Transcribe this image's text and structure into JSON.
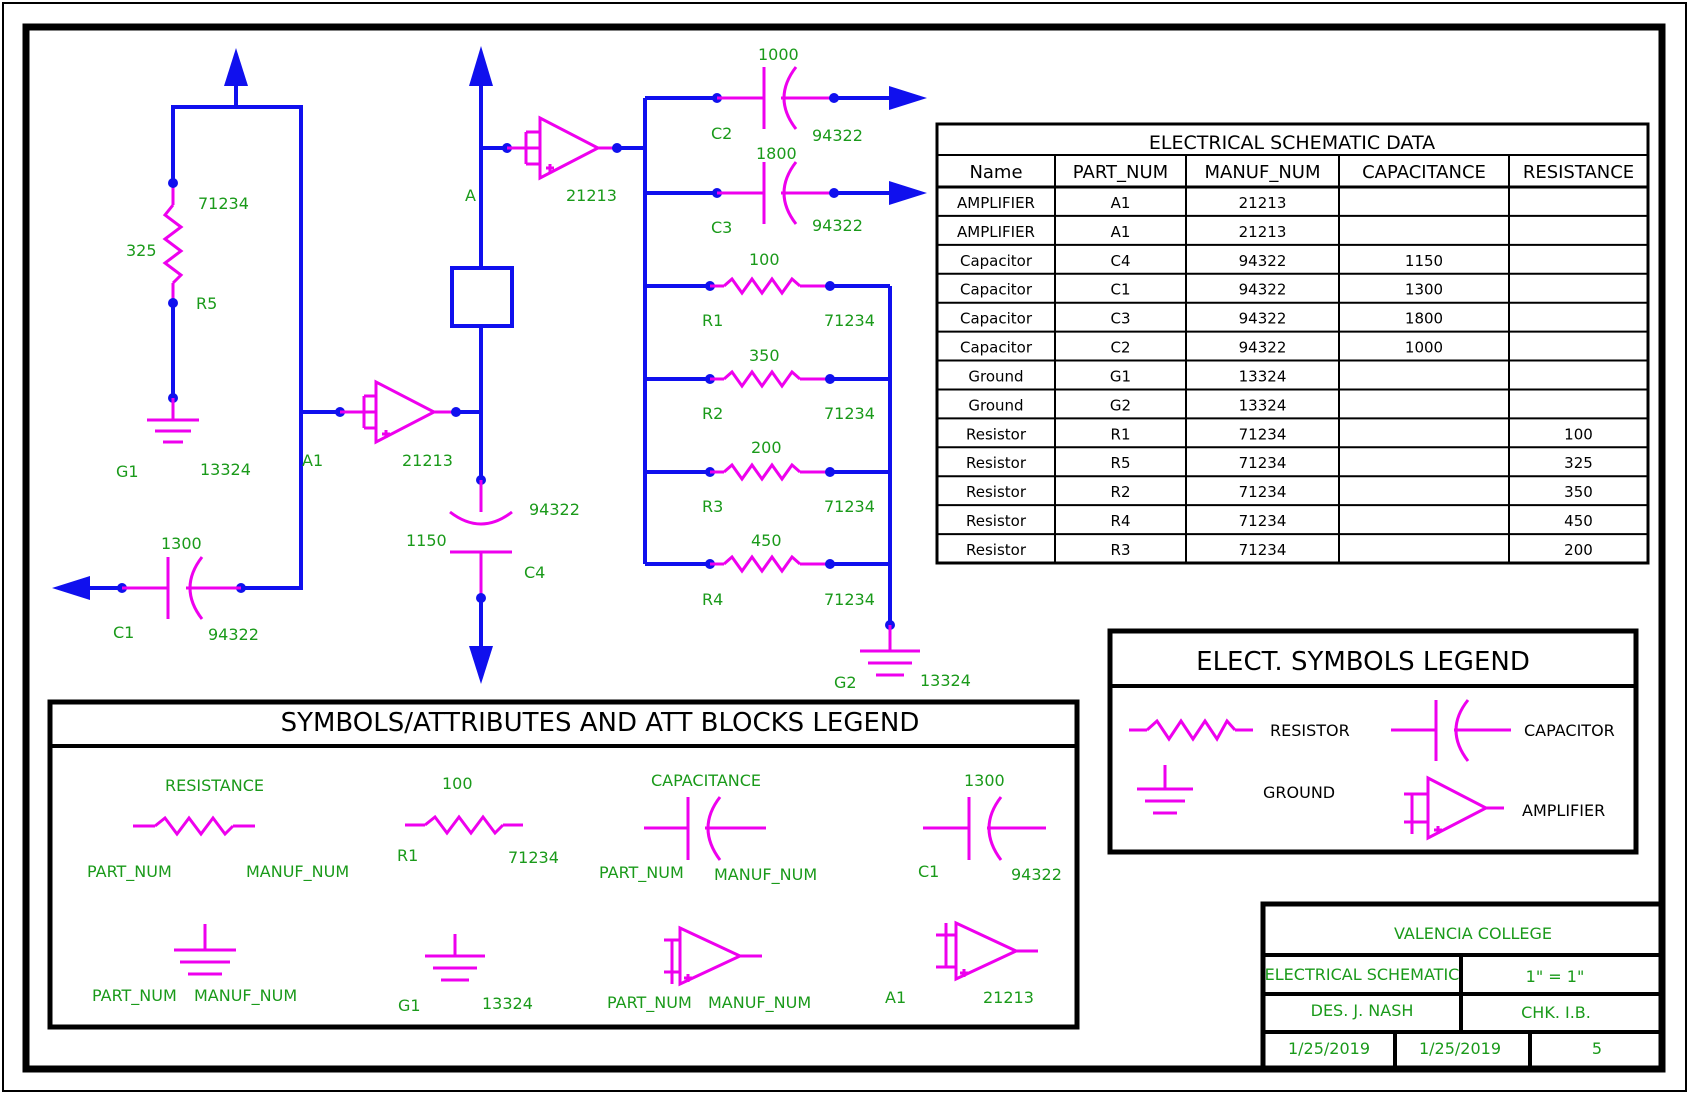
{
  "schematic": {
    "labels": {
      "r5_manuf": "71234",
      "r5_value": "325",
      "r5_part": "R5",
      "g1_part": "G1",
      "g1_manuf": "13324",
      "a1_left": "A1",
      "amp_left_manuf": "21213",
      "c1_cap": "1300",
      "c1_part": "C1",
      "c1_manuf": "94322",
      "a_label": "A",
      "amp_top_manuf": "21213",
      "c4_manuf": "94322",
      "c4_cap": "1150",
      "c4_part": "C4",
      "c2_cap": "1000",
      "c2_part": "C2",
      "c2_manuf": "94322",
      "c3_cap": "1800",
      "c3_part": "C3",
      "c3_manuf": "94322",
      "r1_value": "100",
      "r1_part": "R1",
      "r1_manuf": "71234",
      "r2_value": "350",
      "r2_part": "R2",
      "r2_manuf": "71234",
      "r3_value": "200",
      "r3_part": "R3",
      "r3_manuf": "71234",
      "r4_value": "450",
      "r4_part": "R4",
      "r4_manuf": "71234",
      "g2_part": "G2",
      "g2_manuf": "13324"
    }
  },
  "data_table": {
    "title": "ELECTRICAL SCHEMATIC DATA",
    "headers": [
      "Name",
      "PART_NUM",
      "MANUF_NUM",
      "CAPACITANCE",
      "RESISTANCE"
    ],
    "rows": [
      [
        "AMPLIFIER",
        "A1",
        "21213",
        "",
        ""
      ],
      [
        "AMPLIFIER",
        "A1",
        "21213",
        "",
        ""
      ],
      [
        "Capacitor",
        "C4",
        "94322",
        "1150",
        ""
      ],
      [
        "Capacitor",
        "C1",
        "94322",
        "1300",
        ""
      ],
      [
        "Capacitor",
        "C3",
        "94322",
        "1800",
        ""
      ],
      [
        "Capacitor",
        "C2",
        "94322",
        "1000",
        ""
      ],
      [
        "Ground",
        "G1",
        "13324",
        "",
        ""
      ],
      [
        "Ground",
        "G2",
        "13324",
        "",
        ""
      ],
      [
        "Resistor",
        "R1",
        "71234",
        "",
        "100"
      ],
      [
        "Resistor",
        "R5",
        "71234",
        "",
        "325"
      ],
      [
        "Resistor",
        "R2",
        "71234",
        "",
        "350"
      ],
      [
        "Resistor",
        "R4",
        "71234",
        "",
        "450"
      ],
      [
        "Resistor",
        "R3",
        "71234",
        "",
        "200"
      ]
    ]
  },
  "symbols_legend": {
    "title": "ELECT. SYMBOLS LEGEND",
    "resistor": "RESISTOR",
    "capacitor": "CAPACITOR",
    "ground": "GROUND",
    "amplifier": "AMPLIFIER"
  },
  "att_legend": {
    "title": "SYMBOLS/ATTRIBUTES AND ATT BLOCKS LEGEND",
    "resistance": "RESISTANCE",
    "part_num": "PART_NUM",
    "manuf_num": "MANUF_NUM",
    "r_value": "100",
    "r_part": "R1",
    "r_manuf": "71234",
    "capacitance": "CAPACITANCE",
    "c_value": "1300",
    "c_part": "C1",
    "c_manuf": "94322",
    "g_part": "G1",
    "g_manuf": "13324",
    "a_part": "A1",
    "a_manuf": "21213"
  },
  "title_block": {
    "school": "VALENCIA COLLEGE",
    "drawing": "ELECTRICAL SCHEMATIC",
    "scale": "1\" = 1\"",
    "designer": "DES. J. NASH",
    "checker": "CHK. I.B.",
    "date1": "1/25/2019",
    "date2": "1/25/2019",
    "sheet": "5"
  },
  "colors": {
    "wire": "#1010ee",
    "symbol": "#ee00ee",
    "attribute_text": "#1a9a1a",
    "border": "#000000"
  }
}
